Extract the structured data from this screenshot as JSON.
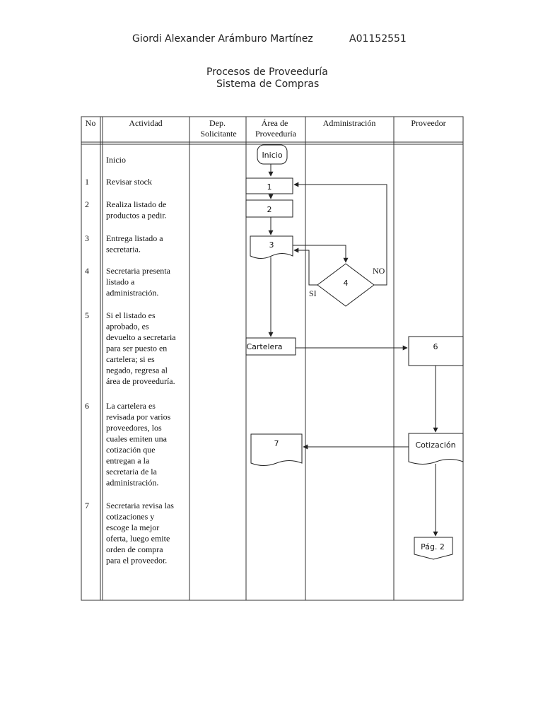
{
  "header": {
    "author": "Giordi Alexander Arámburo Martínez",
    "student_id": "A01152551",
    "title": "Procesos de Proveeduría",
    "subtitle": "Sistema de Compras"
  },
  "table": {
    "columns": [
      {
        "key": "no",
        "lines": [
          "No"
        ]
      },
      {
        "key": "actividad",
        "lines": [
          "Actividad"
        ]
      },
      {
        "key": "dep",
        "lines": [
          "Dep.",
          "Solicitante"
        ]
      },
      {
        "key": "area",
        "lines": [
          "Área de",
          "Proveeduría"
        ]
      },
      {
        "key": "admin",
        "lines": [
          "Administración"
        ]
      },
      {
        "key": "proveedor",
        "lines": [
          "Proveedor"
        ]
      }
    ],
    "rows": [
      {
        "no": "",
        "lines": [
          "Inicio"
        ]
      },
      {
        "no": "1",
        "lines": [
          "Revisar stock"
        ]
      },
      {
        "no": "2",
        "lines": [
          "Realiza listado de",
          "productos a pedir."
        ]
      },
      {
        "no": "3",
        "lines": [
          "Entrega listado a",
          "secretaria."
        ]
      },
      {
        "no": "4",
        "lines": [
          "Secretaria presenta",
          "listado a",
          "administración."
        ]
      },
      {
        "no": "5",
        "lines": [
          "Si el listado es",
          "aprobado, es",
          "devuelto a secretaria",
          "para ser puesto en",
          "cartelera; si es",
          "negado, regresa al",
          "área de proveeduría."
        ]
      },
      {
        "no": "6",
        "lines": [
          "La cartelera es",
          "revisada por varios",
          "proveedores, los",
          "cuales emiten una",
          "cotización que",
          "entregan a la",
          "secretaria de la",
          "administración."
        ]
      },
      {
        "no": "7",
        "lines": [
          "Secretaria revisa las",
          "cotizaciones y",
          "escoge la mejor",
          "oferta, luego emite",
          "orden de compra",
          "para el proveedor."
        ]
      }
    ]
  },
  "flow": {
    "start": "Inicio",
    "step1": "1",
    "step2": "2",
    "step3": "3",
    "decision": "4",
    "yes_label": "SI",
    "no_label": "NO",
    "board": "Cartelera",
    "step6": "6",
    "quote": "Cotización",
    "step7": "7",
    "next_page": "Pág. 2"
  }
}
